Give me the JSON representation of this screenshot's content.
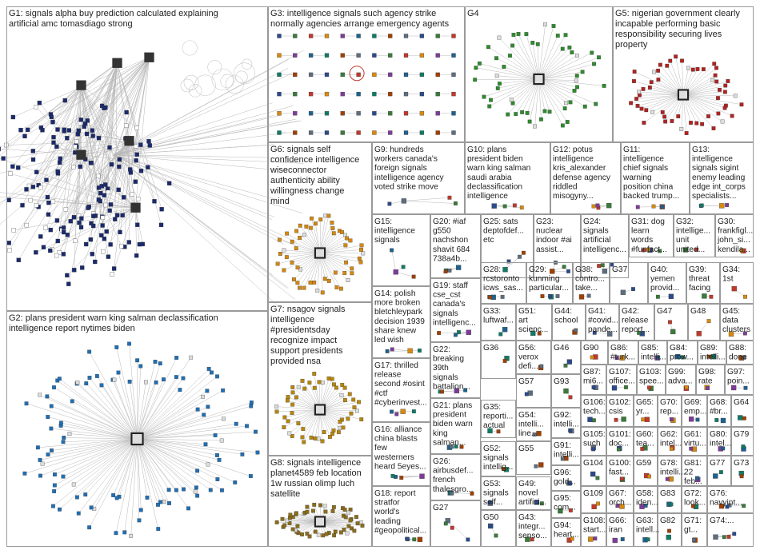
{
  "title": "",
  "groups": [
    {
      "id": "G1",
      "lines": [
        "G1: signals alpha buy prediction calculated explaining",
        "artificial amc tomasdiago strong"
      ],
      "layout": "complex",
      "color": "#1a2a6c",
      "size": "large"
    },
    {
      "id": "G2",
      "lines": [
        "G2: plans president warn king salman declassification",
        "intelligence report nytimes biden"
      ],
      "layout": "star",
      "color": "#1f6fb5",
      "size": "large"
    },
    {
      "id": "G3",
      "lines": [
        "G3: intelligence signals such agency strike",
        "normally agencies arrange emergency agents"
      ],
      "layout": "grid",
      "color": "#3c7a2c",
      "size": "large"
    },
    {
      "id": "G4",
      "lines": [
        "G4"
      ],
      "layout": "star",
      "color": "#2e8b2e",
      "size": "medium"
    },
    {
      "id": "G5",
      "lines": [
        "G5: nigerian government clearly",
        "incapable performing basic",
        "responsibility securing lives",
        "property"
      ],
      "layout": "star",
      "color": "#b22222",
      "size": "medium"
    },
    {
      "id": "G6",
      "lines": [
        "G6: signals self",
        "confidence intelligence",
        "wiseconnector",
        "authenticity ability",
        "willingness change",
        "mind"
      ],
      "layout": "star",
      "color": "#d4880f",
      "size": "medium"
    },
    {
      "id": "G7",
      "lines": [
        "G7: nsagov signals",
        "intelligence",
        "#presidentsday",
        "recognize impact",
        "support presidents",
        "provided nsa"
      ],
      "layout": "star",
      "color": "#b8860b",
      "size": "medium"
    },
    {
      "id": "G8",
      "lines": [
        "G8: signals intelligence",
        "planet4589 feb location",
        "1w russian olimp luch",
        "satellite"
      ],
      "layout": "star",
      "color": "#8b6d1a",
      "size": "medium"
    },
    {
      "id": "G9",
      "lines": [
        "G9: hundreds",
        "workers canada's",
        "foreign signals",
        "intelligence agency",
        "voted strike move"
      ],
      "layout": "pair",
      "color": "#666666",
      "size": "small"
    },
    {
      "id": "G10",
      "lines": [
        "G10: plans",
        "president biden",
        "warn king salman",
        "saudi arabia",
        "declassification",
        "intelligence"
      ],
      "layout": "pair",
      "color": "#666666",
      "size": "small"
    },
    {
      "id": "G12",
      "lines": [
        "G12: potus",
        "intelligence",
        "kris_alexander",
        "defense agency",
        "riddled",
        "misogyny..."
      ],
      "layout": "pair",
      "color": "#666666",
      "size": "small"
    },
    {
      "id": "G11",
      "lines": [
        "G11:",
        "intelligence",
        "chief signals",
        "warning",
        "position china",
        "backed trump..."
      ],
      "layout": "pair",
      "color": "#666666",
      "size": "small"
    },
    {
      "id": "G13",
      "lines": [
        "G13:",
        "intelligence",
        "signals sigint",
        "enemy leading",
        "edge int_corps",
        "specialists..."
      ],
      "layout": "pair",
      "color": "#666666",
      "size": "small"
    },
    {
      "id": "G15",
      "lines": [
        "G15:",
        "intelligence",
        "signals"
      ],
      "layout": "pair",
      "color": "#2e8b2e",
      "size": "small"
    },
    {
      "id": "G20",
      "lines": [
        "G20: #iaf",
        "g550",
        "nachshon",
        "shavit 684",
        "738a4b..."
      ],
      "layout": "pair",
      "color": "#555",
      "size": "small"
    },
    {
      "id": "G25",
      "lines": [
        "G25: sats",
        "deptofdef...",
        "etc"
      ],
      "layout": "pair",
      "color": "#555",
      "size": "small"
    },
    {
      "id": "G23",
      "lines": [
        "G23:",
        "nuclear",
        "indoor #ai",
        "assist..."
      ],
      "layout": "pair",
      "color": "#555",
      "size": "small"
    },
    {
      "id": "G24",
      "lines": [
        "G24:",
        "signals",
        "artificial",
        "intelligenc..."
      ],
      "layout": "pair",
      "color": "#555",
      "size": "small"
    },
    {
      "id": "G31",
      "lines": [
        "G31: dog",
        "learn",
        "words",
        "#funfact..."
      ],
      "layout": "pair",
      "color": "#555",
      "size": "small"
    },
    {
      "id": "G32",
      "lines": [
        "G32:",
        "intellige...",
        "unit",
        "united..."
      ],
      "layout": "pair",
      "color": "#555",
      "size": "small"
    },
    {
      "id": "G30",
      "lines": [
        "G30:",
        "frankfigl...",
        "john_si...",
        "kendila..."
      ],
      "layout": "pair",
      "color": "#555",
      "size": "small"
    },
    {
      "id": "G14",
      "lines": [
        "G14: polish",
        "more broken",
        "bletchleypark",
        "decision 1939",
        "share knew",
        "led wish"
      ],
      "layout": "pair",
      "color": "#555",
      "size": "small"
    },
    {
      "id": "G19",
      "lines": [
        "G19: staff",
        "cse_cst",
        "canada's",
        "signals",
        "intelligenc..."
      ],
      "layout": "pair",
      "color": "#555",
      "size": "small"
    },
    {
      "id": "G28",
      "lines": [
        "G28:",
        "rcstoronto",
        "icws_sas..."
      ],
      "layout": "pair",
      "color": "#555",
      "size": "small"
    },
    {
      "id": "G29",
      "lines": [
        "G29:",
        "kunming",
        "particular..."
      ],
      "layout": "pair",
      "color": "#555",
      "size": "small"
    },
    {
      "id": "G38",
      "lines": [
        "G38:",
        "contro...",
        "take..."
      ],
      "layout": "pair",
      "color": "#555",
      "size": "small"
    },
    {
      "id": "G37",
      "lines": [
        "G37"
      ],
      "layout": "pair",
      "color": "#555",
      "size": "small"
    },
    {
      "id": "G40",
      "lines": [
        "G40:",
        "yemen",
        "provid..."
      ],
      "layout": "pair",
      "color": "#555",
      "size": "small"
    },
    {
      "id": "G39",
      "lines": [
        "G39:",
        "threat",
        "facing"
      ],
      "layout": "pair",
      "color": "#555",
      "size": "small"
    },
    {
      "id": "G34",
      "lines": [
        "G34:",
        "1st"
      ],
      "layout": "pair",
      "color": "#555",
      "size": "small"
    },
    {
      "id": "G17",
      "lines": [
        "G17: thrilled",
        "release",
        "second #osint",
        "#ctf",
        "#cyberinvest..."
      ],
      "layout": "pair",
      "color": "#555",
      "size": "small"
    },
    {
      "id": "G22",
      "lines": [
        "G22:",
        "breaking",
        "39th",
        "signals",
        "battalion..."
      ],
      "layout": "pair",
      "color": "#555",
      "size": "small"
    },
    {
      "id": "G33",
      "lines": [
        "G33:",
        "luftwaf..."
      ],
      "layout": "pair",
      "color": "#555",
      "size": "small"
    },
    {
      "id": "G51",
      "lines": [
        "G51:",
        "art",
        "scienc..."
      ],
      "layout": "pair",
      "color": "#555",
      "size": "small"
    },
    {
      "id": "G44",
      "lines": [
        "G44:",
        "school"
      ],
      "layout": "pair",
      "color": "#555",
      "size": "small"
    },
    {
      "id": "G41",
      "lines": [
        "G41:",
        "#covid...",
        "pande..."
      ],
      "layout": "pair",
      "color": "#555",
      "size": "small"
    },
    {
      "id": "G42",
      "lines": [
        "G42:",
        "release",
        "report..."
      ],
      "layout": "pair",
      "color": "#555",
      "size": "small"
    },
    {
      "id": "G47",
      "lines": [
        "G47"
      ],
      "layout": "pair",
      "color": "#555",
      "size": "small"
    },
    {
      "id": "G48",
      "lines": [
        "G48"
      ],
      "layout": "pair",
      "color": "#555",
      "size": "small"
    },
    {
      "id": "G45",
      "lines": [
        "G45:",
        "data",
        "clusters"
      ],
      "layout": "pair",
      "color": "#555",
      "size": "small"
    },
    {
      "id": "G16",
      "lines": [
        "G16: alliance",
        "china blasts",
        "few",
        "westerners",
        "heard 5eyes..."
      ],
      "layout": "pair",
      "color": "#555",
      "size": "small"
    },
    {
      "id": "G21",
      "lines": [
        "G21: plans",
        "president",
        "biden warn",
        "king",
        "salman..."
      ],
      "layout": "pair",
      "color": "#555",
      "size": "small"
    },
    {
      "id": "G36",
      "lines": [
        "G36"
      ],
      "layout": "pair",
      "color": "#555",
      "size": "small"
    },
    {
      "id": "G56",
      "lines": [
        "G56:",
        "verox",
        "defi..."
      ],
      "layout": "pair",
      "color": "#555",
      "size": "small"
    },
    {
      "id": "G57",
      "lines": [
        "G57"
      ],
      "layout": "pair",
      "color": "#555",
      "size": "small"
    },
    {
      "id": "G46",
      "lines": [
        "G46"
      ],
      "layout": "pair",
      "color": "#555",
      "size": "small"
    },
    {
      "id": "G93",
      "lines": [
        "G93"
      ],
      "layout": "pair",
      "color": "#555",
      "size": "small"
    },
    {
      "id": "G90",
      "lines": [
        "G90"
      ],
      "layout": "pair",
      "color": "#555",
      "size": "small"
    },
    {
      "id": "G86",
      "lines": [
        "G86:",
        "#turk..."
      ],
      "layout": "pair",
      "color": "#555",
      "size": "small"
    },
    {
      "id": "G85",
      "lines": [
        "G85:",
        "intelli..."
      ],
      "layout": "pair",
      "color": "#555",
      "size": "small"
    },
    {
      "id": "G84",
      "lines": [
        "G84:",
        "prow..."
      ],
      "layout": "pair",
      "color": "#555",
      "size": "small"
    },
    {
      "id": "G89",
      "lines": [
        "G89:",
        "intelli..."
      ],
      "layout": "pair",
      "color": "#555",
      "size": "small"
    },
    {
      "id": "G88",
      "lines": [
        "G88:",
        "done"
      ],
      "layout": "pair",
      "color": "#555",
      "size": "small"
    },
    {
      "id": "G87",
      "lines": [
        "G87:",
        "mi6..."
      ],
      "layout": "pair",
      "color": "#555",
      "size": "small"
    },
    {
      "id": "G107",
      "lines": [
        "G107:",
        "office..."
      ],
      "layout": "pair",
      "color": "#555",
      "size": "small"
    },
    {
      "id": "G103",
      "lines": [
        "G103:",
        "spee..."
      ],
      "layout": "pair",
      "color": "#555",
      "size": "small"
    },
    {
      "id": "G99",
      "lines": [
        "G99:",
        "adva..."
      ],
      "layout": "pair",
      "color": "#555",
      "size": "small"
    },
    {
      "id": "G98",
      "lines": [
        "G98:",
        "rate"
      ],
      "layout": "pair",
      "color": "#555",
      "size": "small"
    },
    {
      "id": "G97",
      "lines": [
        "G97:",
        "poin..."
      ],
      "layout": "pair",
      "color": "#555",
      "size": "small"
    },
    {
      "id": "G26",
      "lines": [
        "G26:",
        "airbusdef...",
        "french",
        "thalesgro..."
      ],
      "layout": "pair",
      "color": "#555",
      "size": "small"
    },
    {
      "id": "G35",
      "lines": [
        "G35:",
        "reporti...",
        "actual"
      ],
      "layout": "pair",
      "color": "#555",
      "size": "small"
    },
    {
      "id": "G54",
      "lines": [
        "G54:",
        "intelli...",
        "line..."
      ],
      "layout": "pair",
      "color": "#555",
      "size": "small"
    },
    {
      "id": "G92",
      "lines": [
        "G92:",
        "intelli..."
      ],
      "layout": "pair",
      "color": "#555",
      "size": "small"
    },
    {
      "id": "G106",
      "lines": [
        "G106:",
        "tech..."
      ],
      "layout": "pair",
      "color": "#555",
      "size": "small"
    },
    {
      "id": "G102",
      "lines": [
        "G102:",
        "csis"
      ],
      "layout": "pair",
      "color": "#555",
      "size": "small"
    },
    {
      "id": "G65",
      "lines": [
        "G65:",
        "yr..."
      ],
      "layout": "pair",
      "color": "#555",
      "size": "small"
    },
    {
      "id": "G70",
      "lines": [
        "G70:",
        "rep..."
      ],
      "layout": "pair",
      "color": "#555",
      "size": "small"
    },
    {
      "id": "G69",
      "lines": [
        "G69:",
        "emp..."
      ],
      "layout": "pair",
      "color": "#555",
      "size": "small"
    },
    {
      "id": "G68",
      "lines": [
        "G68:",
        "#br..."
      ],
      "layout": "pair",
      "color": "#555",
      "size": "small"
    },
    {
      "id": "G64",
      "lines": [
        "G64"
      ],
      "layout": "pair",
      "color": "#555",
      "size": "small"
    },
    {
      "id": "G91",
      "lines": [
        "G91:",
        "intelli..."
      ],
      "layout": "pair",
      "color": "#555",
      "size": "small"
    },
    {
      "id": "G105",
      "lines": [
        "G105:",
        "such"
      ],
      "layout": "pair",
      "color": "#555",
      "size": "small"
    },
    {
      "id": "G101",
      "lines": [
        "G101:",
        "doc..."
      ],
      "layout": "pair",
      "color": "#555",
      "size": "small"
    },
    {
      "id": "G60",
      "lines": [
        "G60:",
        "tea..."
      ],
      "layout": "pair",
      "color": "#555",
      "size": "small"
    },
    {
      "id": "G62",
      "lines": [
        "G62:",
        "intel..."
      ],
      "layout": "pair",
      "color": "#555",
      "size": "small"
    },
    {
      "id": "G61",
      "lines": [
        "G61:",
        "virtu..."
      ],
      "layout": "pair",
      "color": "#555",
      "size": "small"
    },
    {
      "id": "G80",
      "lines": [
        "G80:",
        "intel..."
      ],
      "layout": "pair",
      "color": "#555",
      "size": "small"
    },
    {
      "id": "G79",
      "lines": [
        "G79"
      ],
      "layout": "pair",
      "color": "#555",
      "size": "small"
    },
    {
      "id": "G52",
      "lines": [
        "G52:",
        "signals",
        "intellig..."
      ],
      "layout": "pair",
      "color": "#555",
      "size": "small"
    },
    {
      "id": "G55",
      "lines": [
        "G55"
      ],
      "layout": "pair",
      "color": "#555",
      "size": "small"
    },
    {
      "id": "G96",
      "lines": [
        "G96:",
        "gold..."
      ],
      "layout": "pair",
      "color": "#555",
      "size": "small"
    },
    {
      "id": "G104",
      "lines": [
        "G104"
      ],
      "layout": "pair",
      "color": "#555",
      "size": "small"
    },
    {
      "id": "G100",
      "lines": [
        "G100:",
        "fast..."
      ],
      "layout": "pair",
      "color": "#555",
      "size": "small"
    },
    {
      "id": "G59",
      "lines": [
        "G59"
      ],
      "layout": "pair",
      "color": "#555",
      "size": "small"
    },
    {
      "id": "G78",
      "lines": [
        "G78:",
        "intelli..."
      ],
      "layout": "pair",
      "color": "#555",
      "size": "small"
    },
    {
      "id": "G81",
      "lines": [
        "G81:",
        "22",
        "feb..."
      ],
      "layout": "pair",
      "color": "#555",
      "size": "small"
    },
    {
      "id": "G77",
      "lines": [
        "G77"
      ],
      "layout": "pair",
      "color": "#555",
      "size": "small"
    },
    {
      "id": "G73",
      "lines": [
        "G73"
      ],
      "layout": "pair",
      "color": "#555",
      "size": "small"
    },
    {
      "id": "G18",
      "lines": [
        "G18: report",
        "stratfor",
        "world's",
        "leading",
        "#geopolitical..."
      ],
      "layout": "pair",
      "color": "#555",
      "size": "small"
    },
    {
      "id": "G53",
      "lines": [
        "G53:",
        "signals",
        "self..."
      ],
      "layout": "pair",
      "color": "#555",
      "size": "small"
    },
    {
      "id": "G49",
      "lines": [
        "G49:",
        "novel",
        "artifici..."
      ],
      "layout": "pair",
      "color": "#555",
      "size": "small"
    },
    {
      "id": "G95",
      "lines": [
        "G95:",
        "com..."
      ],
      "layout": "pair",
      "color": "#555",
      "size": "small"
    },
    {
      "id": "G109",
      "lines": [
        "G109"
      ],
      "layout": "pair",
      "color": "#555",
      "size": "small"
    },
    {
      "id": "G67",
      "lines": [
        "G67:",
        "orch..."
      ],
      "layout": "pair",
      "color": "#555",
      "size": "small"
    },
    {
      "id": "G58",
      "lines": [
        "G58:",
        "iden..."
      ],
      "layout": "pair",
      "color": "#555",
      "size": "small"
    },
    {
      "id": "G83",
      "lines": [
        "G83"
      ],
      "layout": "pair",
      "color": "#555",
      "size": "small"
    },
    {
      "id": "G72",
      "lines": [
        "G72:",
        "look..."
      ],
      "layout": "pair",
      "color": "#555",
      "size": "small"
    },
    {
      "id": "G76",
      "lines": [
        "G76:",
        "navyint..."
      ],
      "layout": "pair",
      "color": "#555",
      "size": "small"
    },
    {
      "id": "G27",
      "lines": [
        "G27"
      ],
      "layout": "pair",
      "color": "#555",
      "size": "small"
    },
    {
      "id": "G50",
      "lines": [
        "G50"
      ],
      "layout": "pair",
      "color": "#555",
      "size": "small"
    },
    {
      "id": "G43",
      "lines": [
        "G43:",
        "integr...",
        "senso..."
      ],
      "layout": "pair",
      "color": "#555",
      "size": "small"
    },
    {
      "id": "G94",
      "lines": [
        "G94:",
        "heart..."
      ],
      "layout": "pair",
      "color": "#555",
      "size": "small"
    },
    {
      "id": "G108",
      "lines": [
        "G108:",
        "start..."
      ],
      "layout": "pair",
      "color": "#555",
      "size": "small"
    },
    {
      "id": "G66",
      "lines": [
        "G66:",
        "iran"
      ],
      "layout": "pair",
      "color": "#555",
      "size": "small"
    },
    {
      "id": "G63",
      "lines": [
        "G63:",
        "intell..."
      ],
      "layout": "pair",
      "color": "#555",
      "size": "small"
    },
    {
      "id": "G82",
      "lines": [
        "G82"
      ],
      "layout": "pair",
      "color": "#555",
      "size": "small"
    },
    {
      "id": "G71",
      "lines": [
        "G71:",
        "gt..."
      ],
      "layout": "pair",
      "color": "#555",
      "size": "small"
    },
    {
      "id": "G74",
      "lines": [
        "G74:..."
      ],
      "layout": "pair",
      "color": "#555",
      "size": "small"
    }
  ]
}
